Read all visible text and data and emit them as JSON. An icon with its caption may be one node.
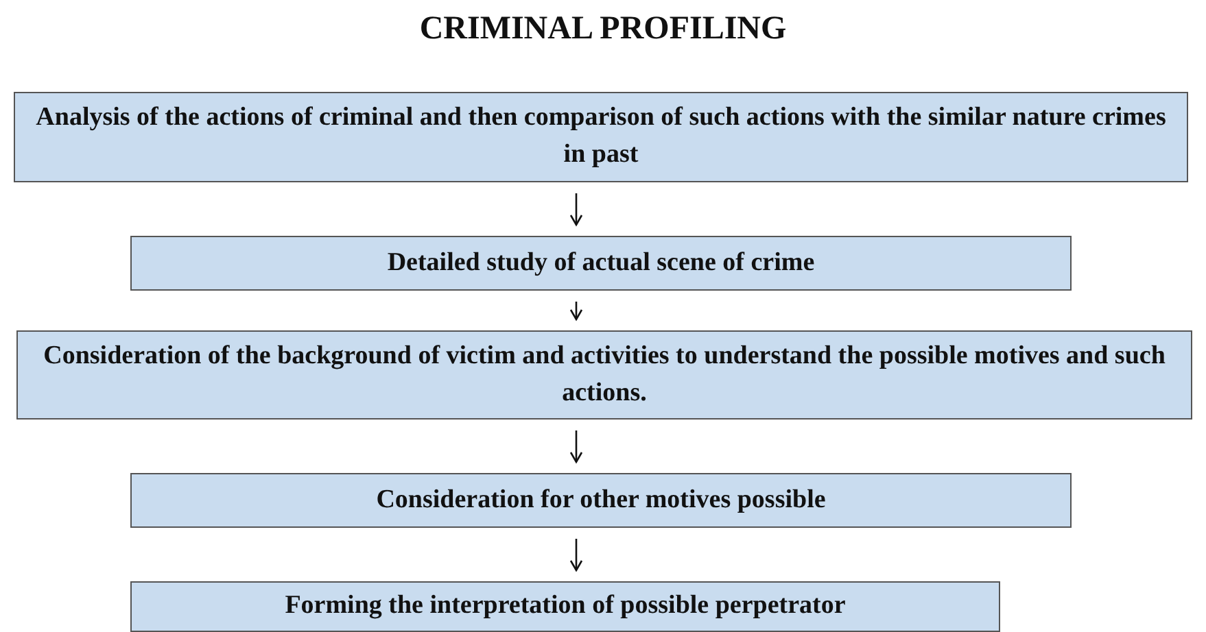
{
  "diagram": {
    "title": "CRIMINAL PROFILING",
    "nodes": [
      {
        "text": [
          "Analysis of the actions of criminal and then comparison of such actions with the similar nature crimes in past"
        ]
      },
      {
        "text": [
          "Detailed study of actual scene of crime"
        ]
      },
      {
        "text": [
          "Consideration of the background of victim and activities to understand the possible motives and such actions."
        ]
      },
      {
        "text": [
          "Consideration for other motives possible"
        ]
      },
      {
        "text": [
          "Forming the interpretation of possible perpetrator"
        ]
      }
    ],
    "edges": [
      {
        "from": 0,
        "to": 1,
        "arrow": "to"
      },
      {
        "from": 1,
        "to": 2,
        "arrow": "to"
      },
      {
        "from": 2,
        "to": 3,
        "arrow": "to"
      },
      {
        "from": 3,
        "to": 4,
        "arrow": "to"
      }
    ]
  }
}
